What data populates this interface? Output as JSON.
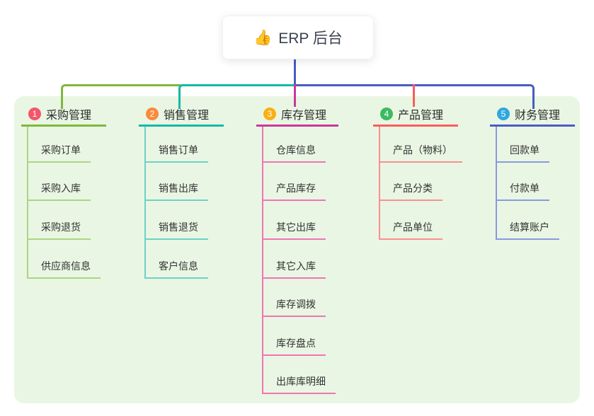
{
  "root": {
    "icon": "👍",
    "label": "ERP 后台"
  },
  "canvas": {
    "panel_bg": "#e9f6e3"
  },
  "connectors": {
    "trunk_color": "#4a5cc3"
  },
  "branches": [
    {
      "badge": "1",
      "label": "采购管理",
      "colors": {
        "badge": "#f2566b",
        "line": "#7db83d",
        "line_light": "#abd584"
      },
      "children": [
        "采购订单",
        "采购入库",
        "采购退货",
        "供应商信息"
      ]
    },
    {
      "badge": "2",
      "label": "销售管理",
      "colors": {
        "badge": "#fb8a3c",
        "line": "#15b8a6",
        "line_light": "#6fd1c5"
      },
      "children": [
        "销售订单",
        "销售出库",
        "销售退货",
        "客户信息"
      ]
    },
    {
      "badge": "3",
      "label": "库存管理",
      "colors": {
        "badge": "#fbaf14",
        "line": "#c9399b",
        "line_light": "#f075b3"
      },
      "children": [
        "仓库信息",
        "产品库存",
        "其它出库",
        "其它入库",
        "库存调拨",
        "库存盘点",
        "出库库明细"
      ]
    },
    {
      "badge": "4",
      "label": "产品管理",
      "colors": {
        "badge": "#3cba62",
        "line": "#fb5c5e",
        "line_light": "#f9908f"
      },
      "children": [
        "产品（物料）",
        "产品分类",
        "产品单位"
      ]
    },
    {
      "badge": "5",
      "label": "财务管理",
      "colors": {
        "badge": "#2fa7e0",
        "line": "#4a5cc3",
        "line_light": "#8a99dd"
      },
      "children": [
        "回款单",
        "付款单",
        "结算账户"
      ]
    }
  ]
}
